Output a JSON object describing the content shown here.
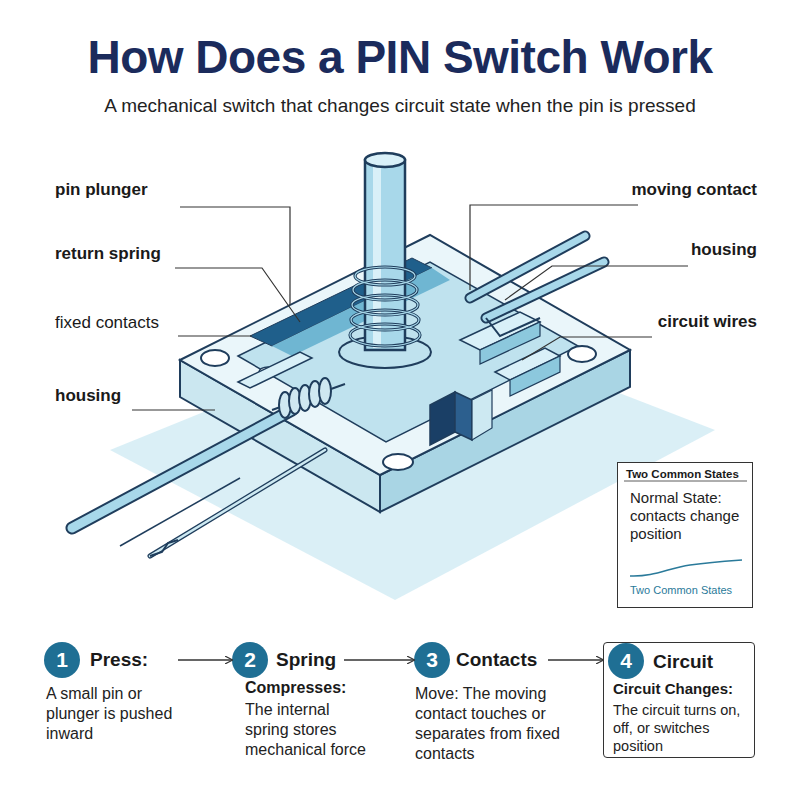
{
  "diagram": {
    "title": "How Does a PIN Switch Work",
    "caption": "A mechanical switch that changes circuit state when the pin is pressed",
    "nodes": [
      {
        "text": [
          "Two Common States",
          "Normal State: contacts change position",
          "Two Common States"
        ]
      },
      {
        "text": [
          "1",
          "Press:",
          "A small pin or plunger is pushed inward"
        ]
      },
      {
        "text": [
          "2",
          "Spring",
          "Compresses:",
          "The internal spring stores mechanical force"
        ]
      },
      {
        "text": [
          "3",
          "Contacts",
          "Move: The moving contact touches or separates from fixed contacts"
        ]
      },
      {
        "text": [
          "Circuit",
          "Circuit Changes:",
          "The circuit turns on, off, or switches position"
        ]
      },
      {
        "text": [
          "4"
        ],
        "in": 4
      }
    ],
    "edges": [
      {
        "from": 1,
        "to": 2,
        "arrow": "to"
      },
      {
        "from": 2,
        "to": 3,
        "arrow": "to"
      },
      {
        "from": 3,
        "to": 4,
        "arrow": "to"
      }
    ],
    "labels": [
      "pin plunger",
      "return spring",
      "fixed contacts",
      "housing",
      "moving contact",
      "housing",
      "circuit wires"
    ]
  }
}
